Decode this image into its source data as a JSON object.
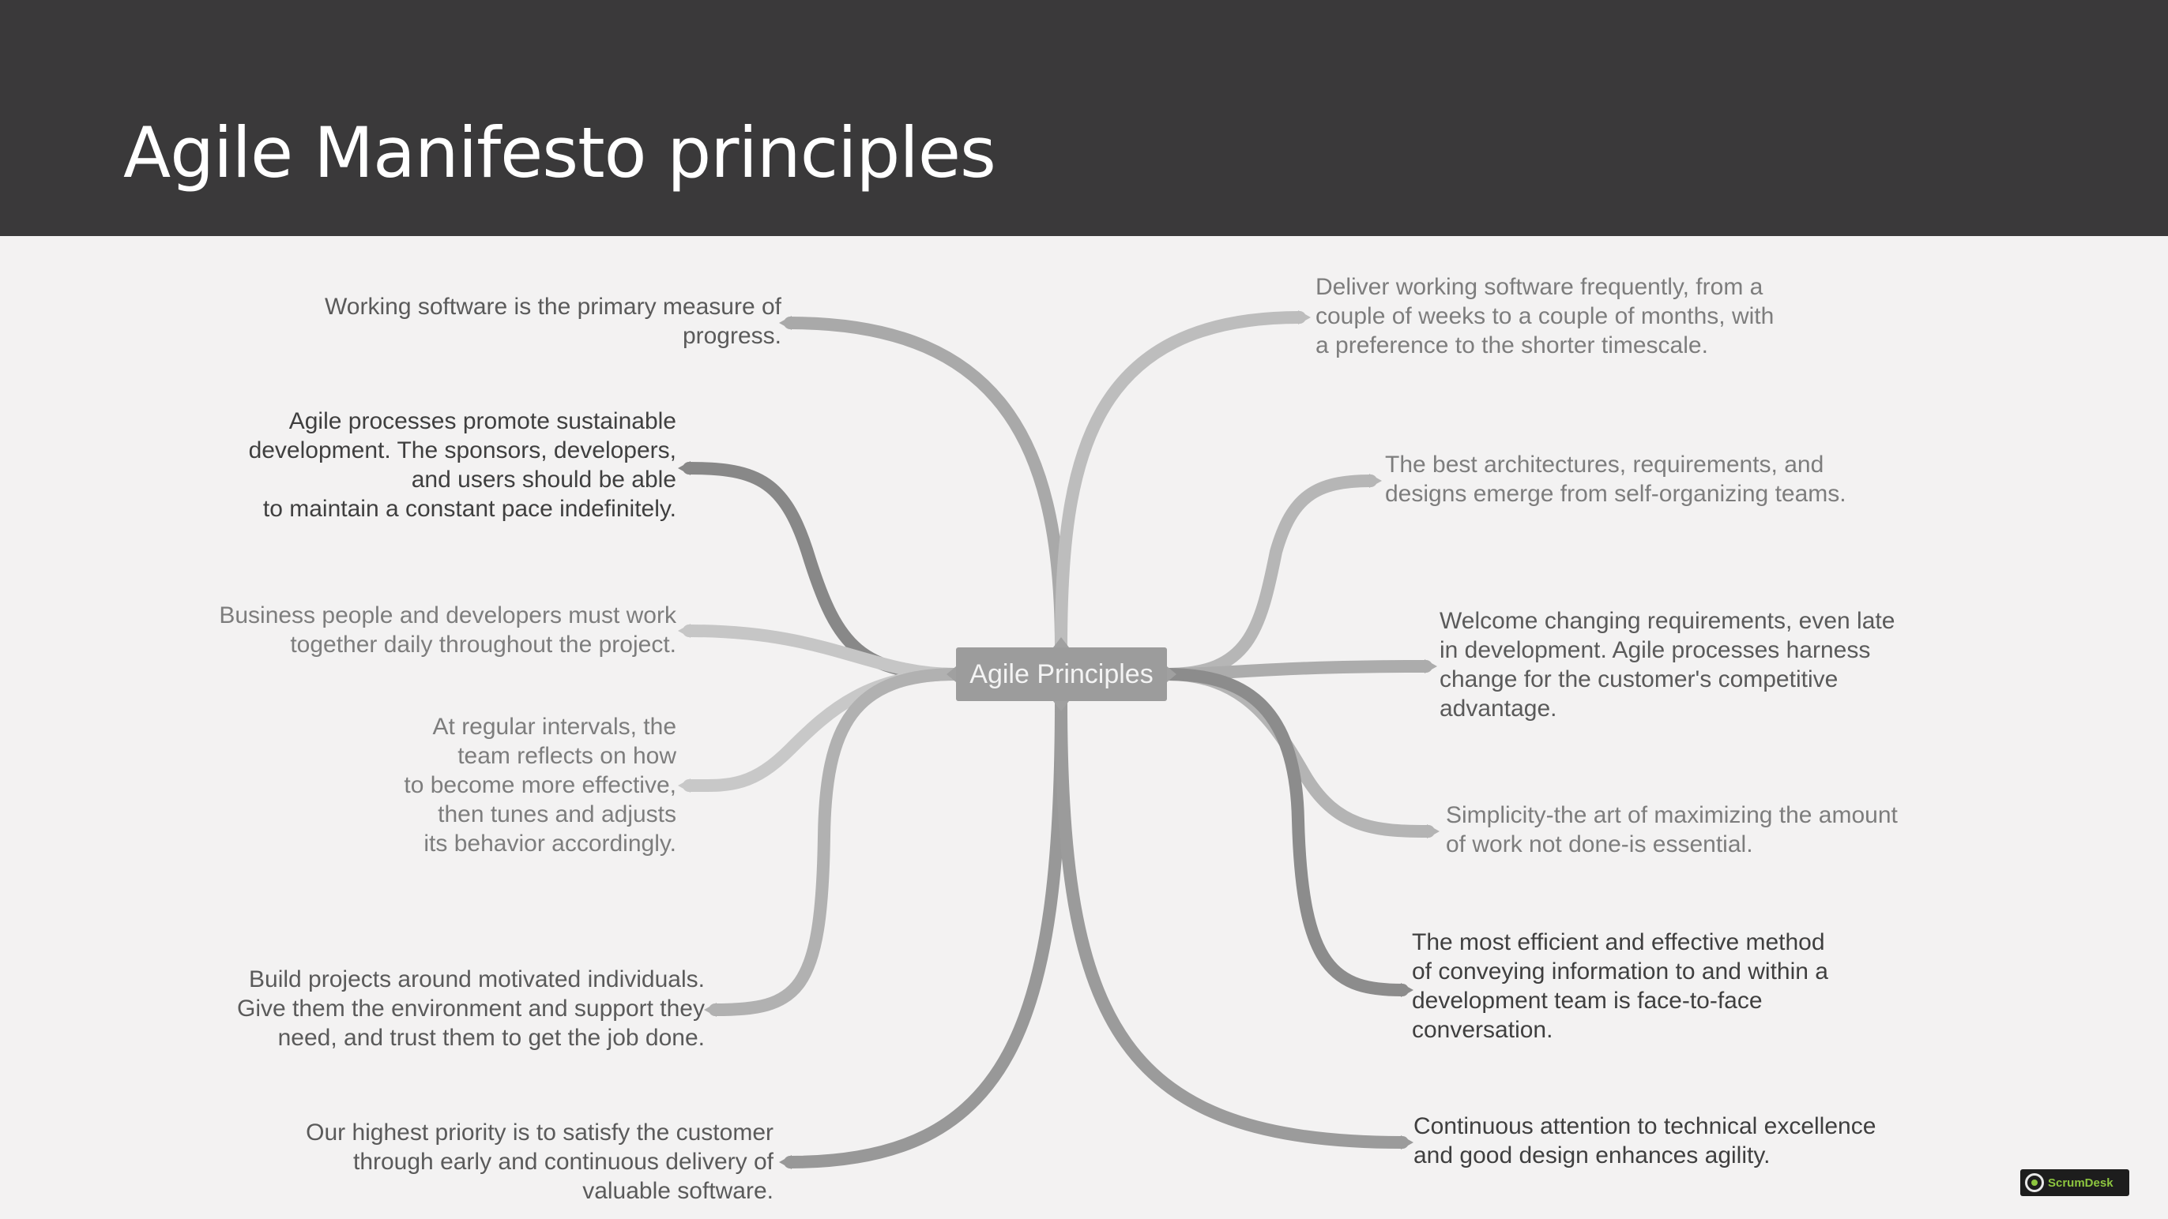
{
  "slide": {
    "title": "Agile Manifesto principles"
  },
  "mindmap": {
    "center_label": "Agile Principles",
    "left": [
      "Working software is the primary measure of\nprogress.",
      "Agile processes promote sustainable\ndevelopment. The sponsors, developers,\nand users should be able\nto maintain a constant pace indefinitely.",
      "Business people and developers must work\ntogether daily throughout the project.",
      "At regular intervals, the\nteam reflects on how\nto become more effective,\nthen tunes and adjusts\nits behavior accordingly.",
      "Build projects around motivated individuals.\nGive them the environment and support they\nneed, and trust them to get the job done.",
      "Our highest priority is to satisfy the customer\nthrough early and continuous delivery of\nvaluable software."
    ],
    "right": [
      "Deliver working software frequently, from a\ncouple of weeks to a couple of months, with\na preference to the shorter timescale.",
      "The best architectures, requirements, and\ndesigns emerge from self-organizing teams.",
      "Welcome changing requirements, even late\nin development. Agile processes harness\nchange for the customer's competitive\nadvantage.",
      "Simplicity-the art of maximizing the amount\nof work not done-is essential.",
      "The most efficient and effective method\nof conveying information to and within a\ndevelopment team is face-to-face\nconversation.",
      "Continuous attention to technical excellence\nand good design enhances agility."
    ]
  },
  "logo": {
    "text": "ScrumDesk"
  },
  "colors": {
    "header_bg": "#3a393a",
    "page_bg": "#f3f2f2",
    "center_node": "#9c9c9c",
    "logo_accent": "#8dc63f"
  }
}
